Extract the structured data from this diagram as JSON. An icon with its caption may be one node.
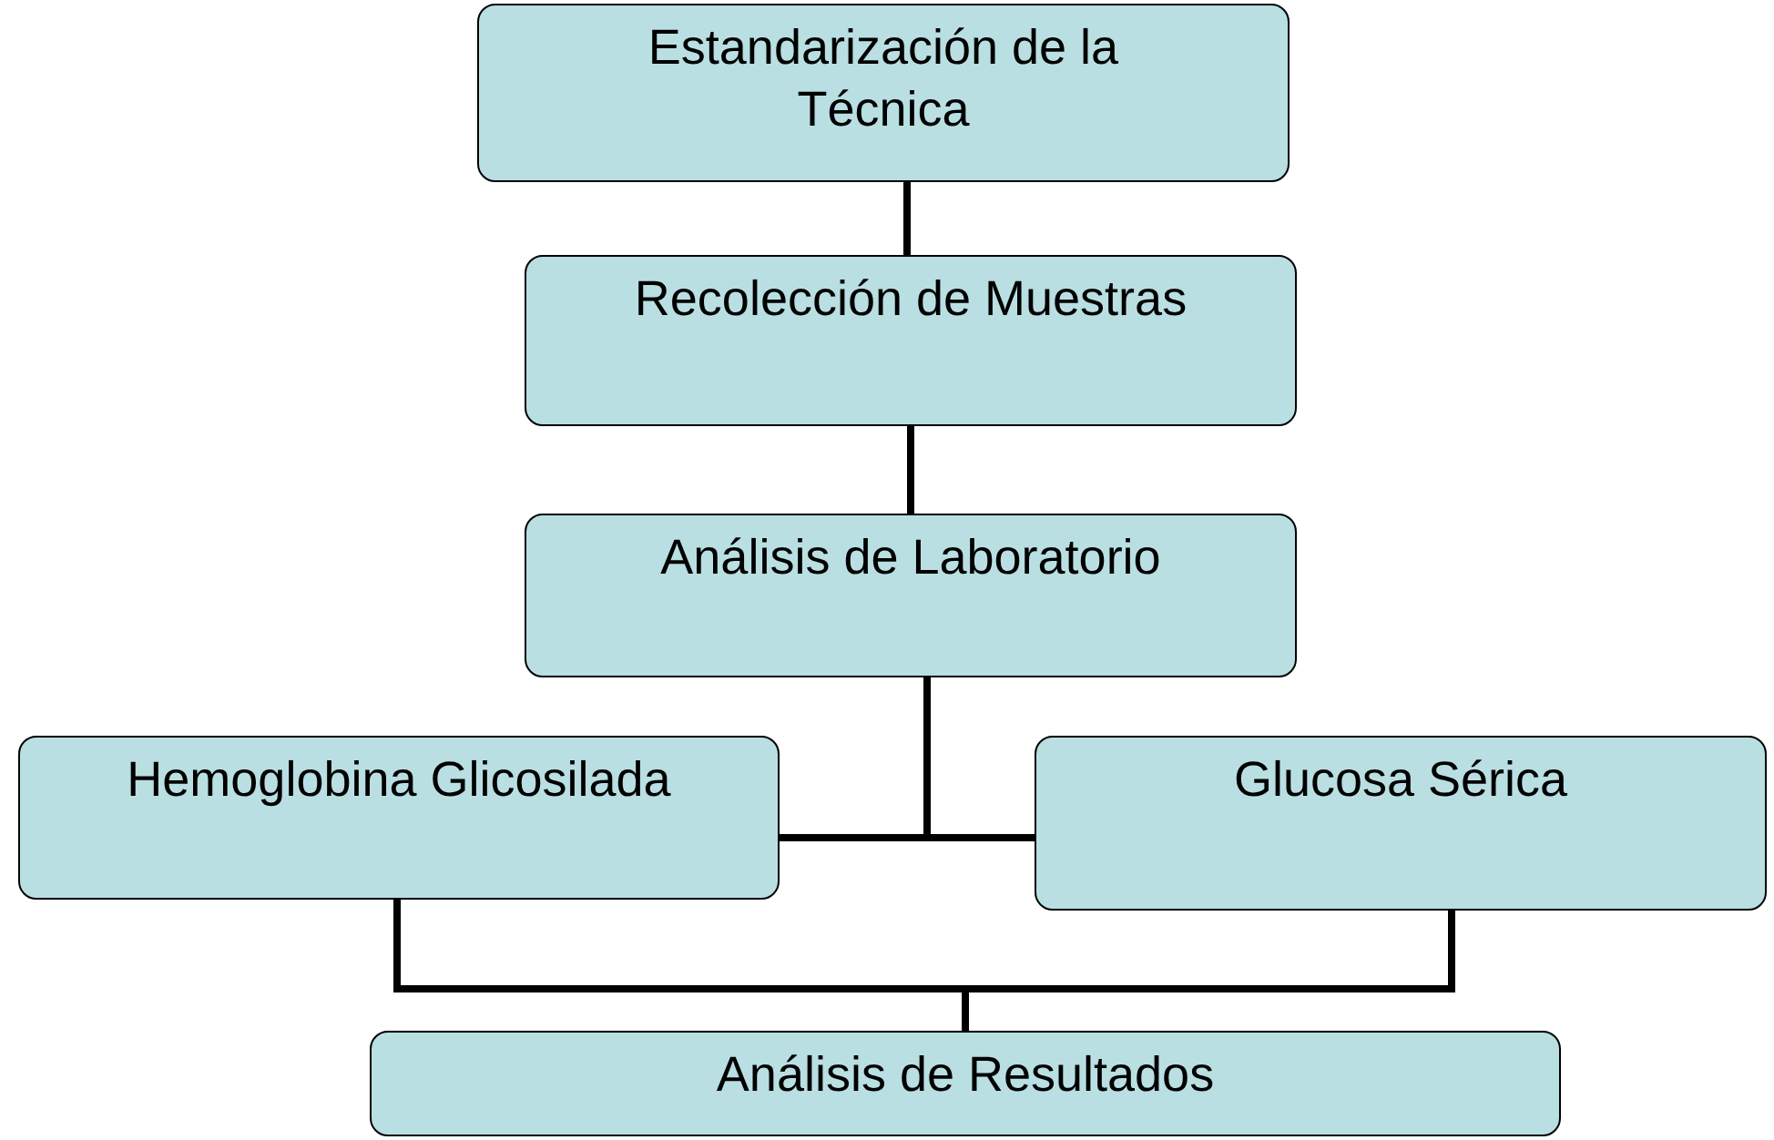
{
  "diagram": {
    "nodes": [
      {
        "text": [
          "Estandarización de la Técnica"
        ]
      },
      {
        "text": [
          "Recolección de Muestras"
        ]
      },
      {
        "text": [
          "Análisis de Laboratorio"
        ]
      },
      {
        "text": [
          "Hemoglobina Glicosilada"
        ]
      },
      {
        "text": [
          "Glucosa Sérica"
        ]
      },
      {
        "text": [
          "Análisis de Resultados"
        ]
      }
    ],
    "edges": [
      {
        "from": 0,
        "to": 1,
        "arrow": "none"
      },
      {
        "from": 1,
        "to": 2,
        "arrow": "none"
      },
      {
        "from": 2,
        "to": 3,
        "arrow": "none"
      },
      {
        "from": 2,
        "to": 4,
        "arrow": "none"
      },
      {
        "from": 3,
        "to": 5,
        "arrow": "none"
      },
      {
        "from": 4,
        "to": 5,
        "arrow": "none"
      }
    ]
  }
}
